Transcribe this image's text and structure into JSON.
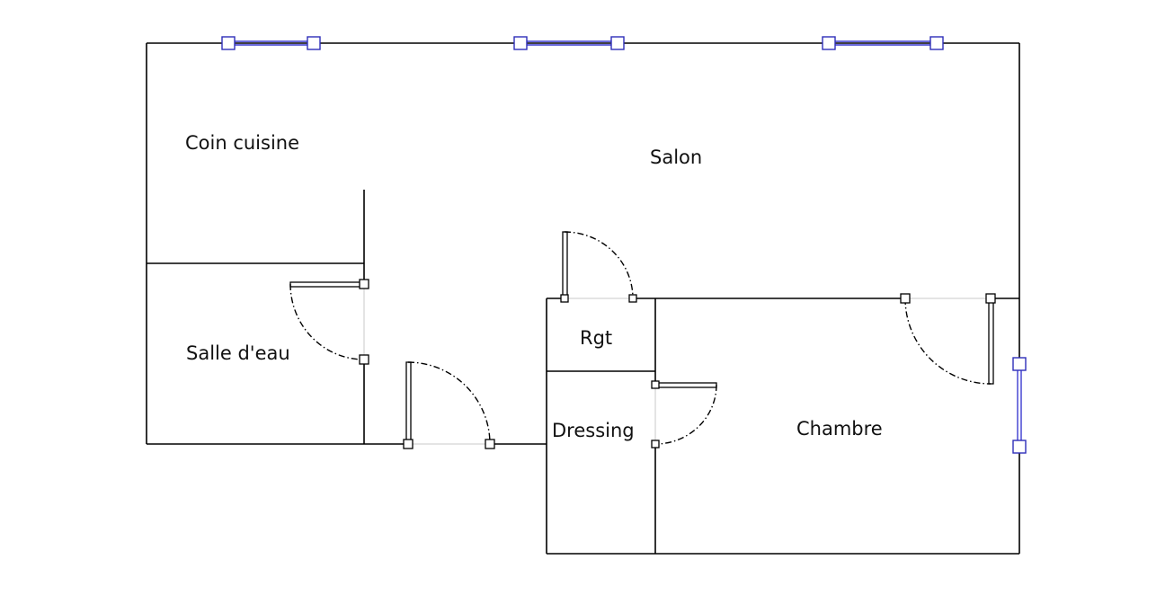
{
  "rooms": [
    {
      "id": "coin-cuisine",
      "label": "Coin cuisine"
    },
    {
      "id": "salon",
      "label": "Salon"
    },
    {
      "id": "salle-deau",
      "label": "Salle d'eau"
    },
    {
      "id": "rgt",
      "label": "Rgt"
    },
    {
      "id": "dressing",
      "label": "Dressing"
    },
    {
      "id": "chambre",
      "label": "Chambre"
    }
  ],
  "colors": {
    "wall": "#000000",
    "window": "#2e2eb8",
    "door_guide": "#c8c8c8"
  }
}
